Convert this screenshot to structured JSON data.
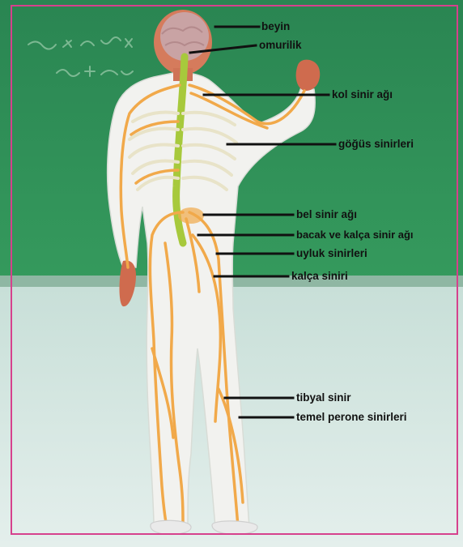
{
  "labels": {
    "beyin": "beyin",
    "omurilik": "omurilik",
    "kol_sinir_agi": "kol sinir ağı",
    "gogus_sinirleri": "göğüs sinirleri",
    "bel_sinir_agi": "bel sinir ağı",
    "bacak_ve_kalca_sinir_agi": "bacak ve kalça sinir ağı",
    "uyluk_sinirleri": "uyluk sinirleri",
    "kalca_siniri": "kalça siniri",
    "tibyal_sinir": "tibyal sinir",
    "temel_perone_sinirleri": "temel perone sinirleri"
  },
  "colors": {
    "chalkboard": "#2f8d57",
    "floor": "#d7e8e4",
    "border": "#d6418d",
    "body": "#f1f1ee",
    "nerve": "#f1a94a",
    "spinal_cord": "#a7c93c",
    "skin": "#c96a50"
  }
}
